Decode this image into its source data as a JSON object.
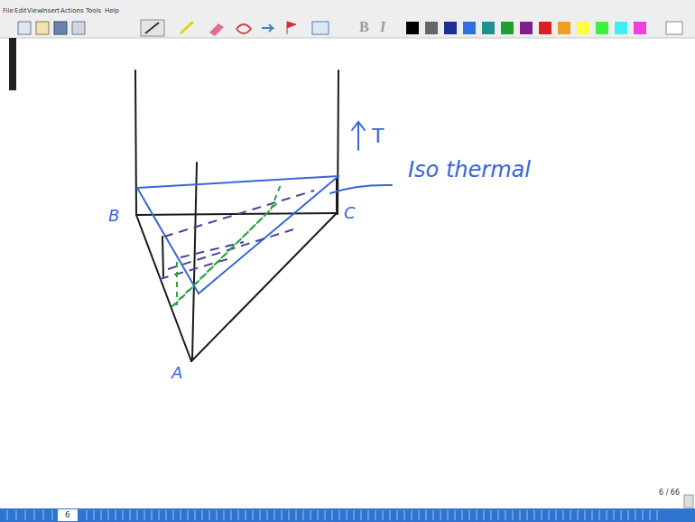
{
  "diagram": {
    "labels": [
      "File",
      "Edit",
      "View",
      "Insert",
      "Actions",
      "Tools",
      "Help",
      "B",
      "I",
      "T",
      "Iso thermal",
      "B",
      "C",
      "A",
      "6 / 66",
      "6"
    ]
  }
}
